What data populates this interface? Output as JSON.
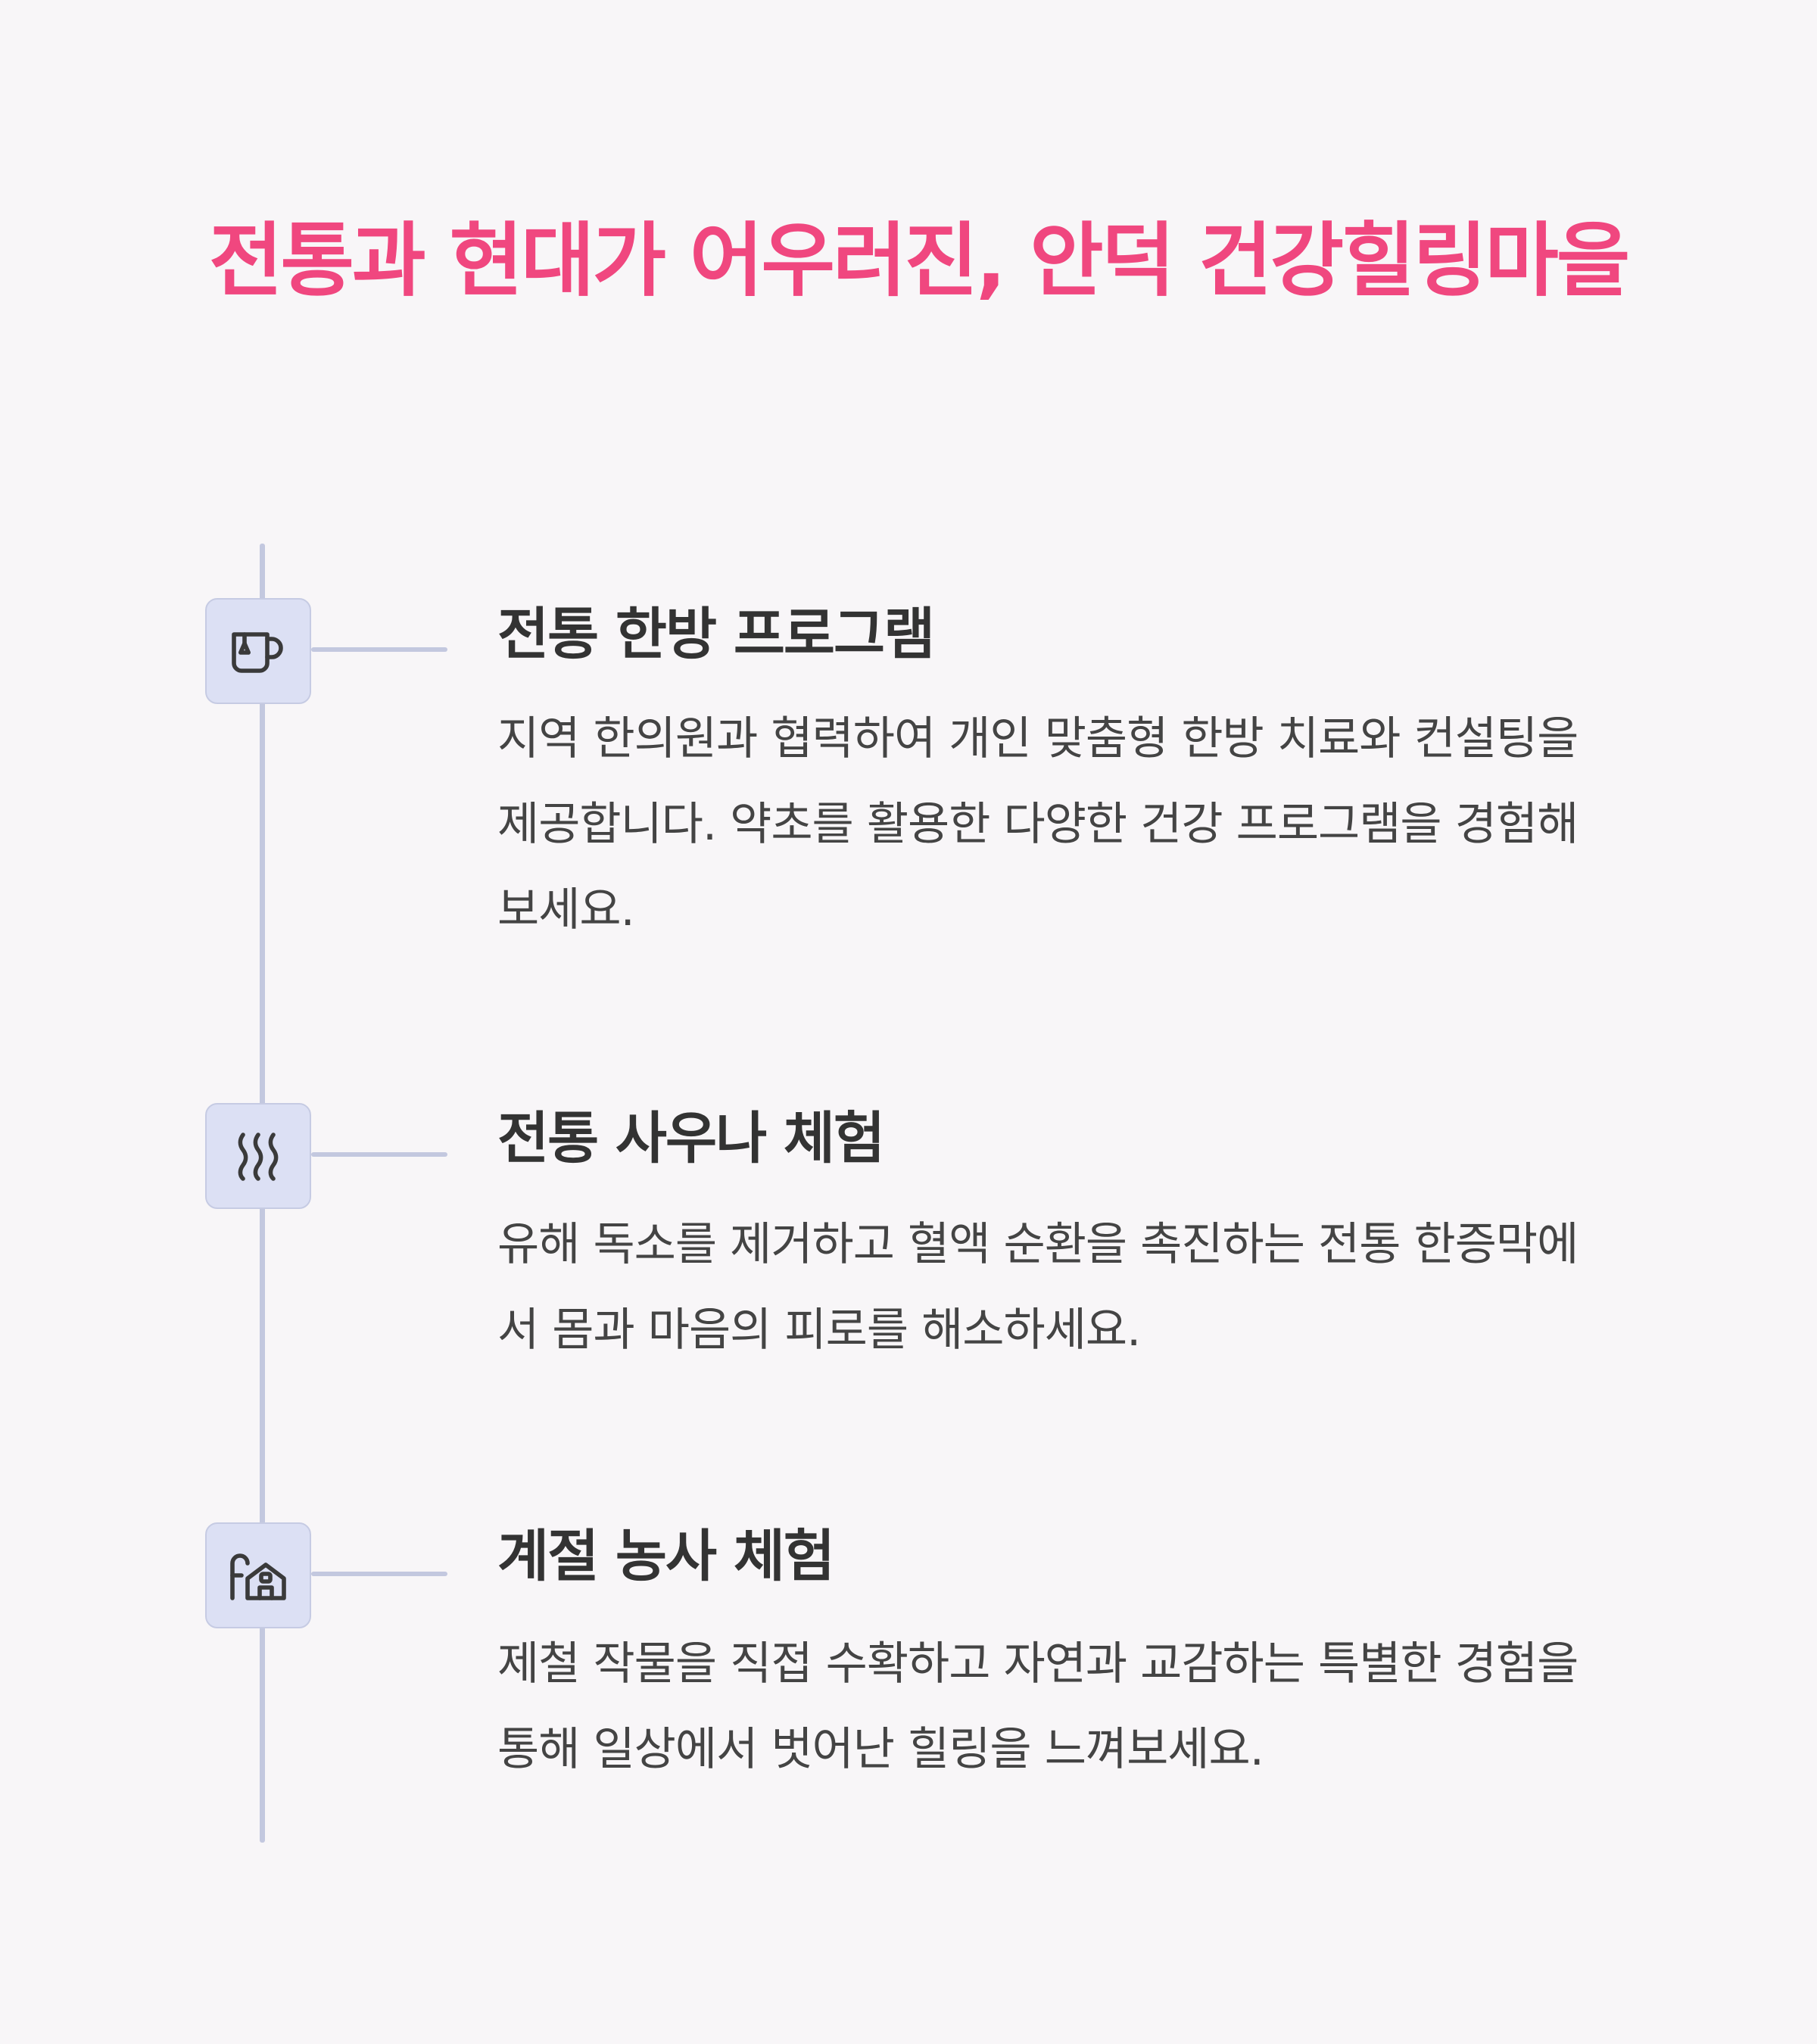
{
  "header": {
    "title": "전통과 현대가 어우러진, 안덕 건강힐링마을"
  },
  "items": [
    {
      "icon": "teacup-icon",
      "title": "전통 한방 프로그램",
      "description": "지역 한의원과 협력하여 개인 맞춤형 한방 치료와 컨설팅을 제공합니다. 약초를 활용한 다양한 건강 프로그램을 경험해보세요."
    },
    {
      "icon": "steam-icon",
      "title": "전통 사우나 체험",
      "description": "유해 독소를 제거하고 혈액 순환을 촉진하는 전통 한증막에서 몸과 마음의 피로를 해소하세요."
    },
    {
      "icon": "farm-barn-icon",
      "title": "계절 농사 체험",
      "description": "제철 작물을 직접 수확하고 자연과 교감하는 특별한 경험을 통해 일상에서 벗어난 힐링을 느껴보세요."
    }
  ]
}
